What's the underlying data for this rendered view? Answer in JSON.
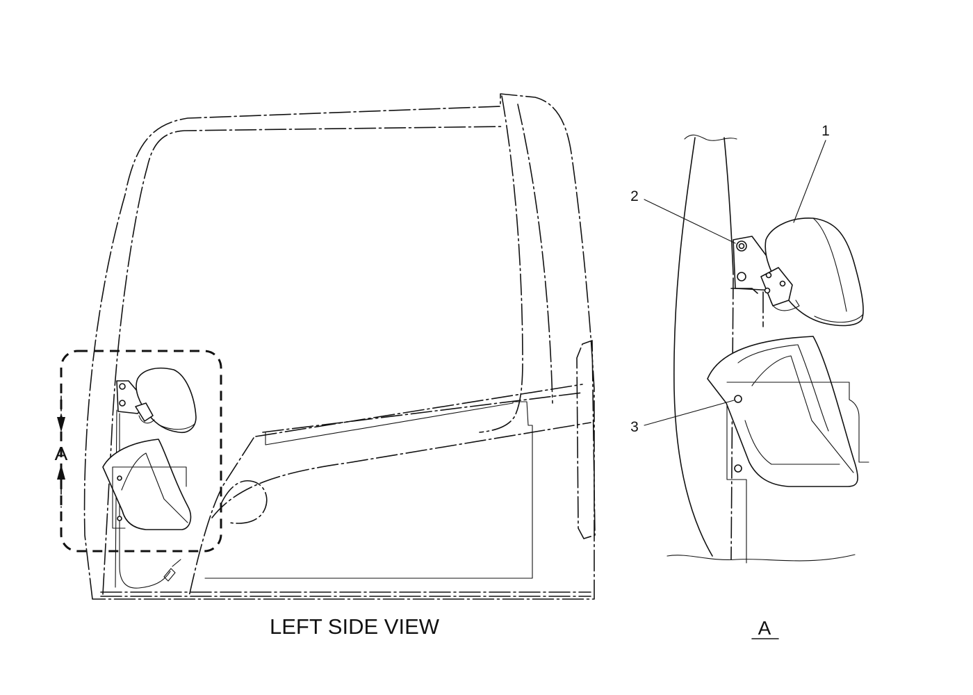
{
  "labels": {
    "left_view_title": "LEFT SIDE VIEW",
    "section_letter": "A",
    "detail_title": "A"
  },
  "callouts": [
    {
      "number": "1",
      "part": "lamp"
    },
    {
      "number": "2",
      "part": "bracket"
    },
    {
      "number": "3",
      "part": "mounting-plate"
    }
  ]
}
